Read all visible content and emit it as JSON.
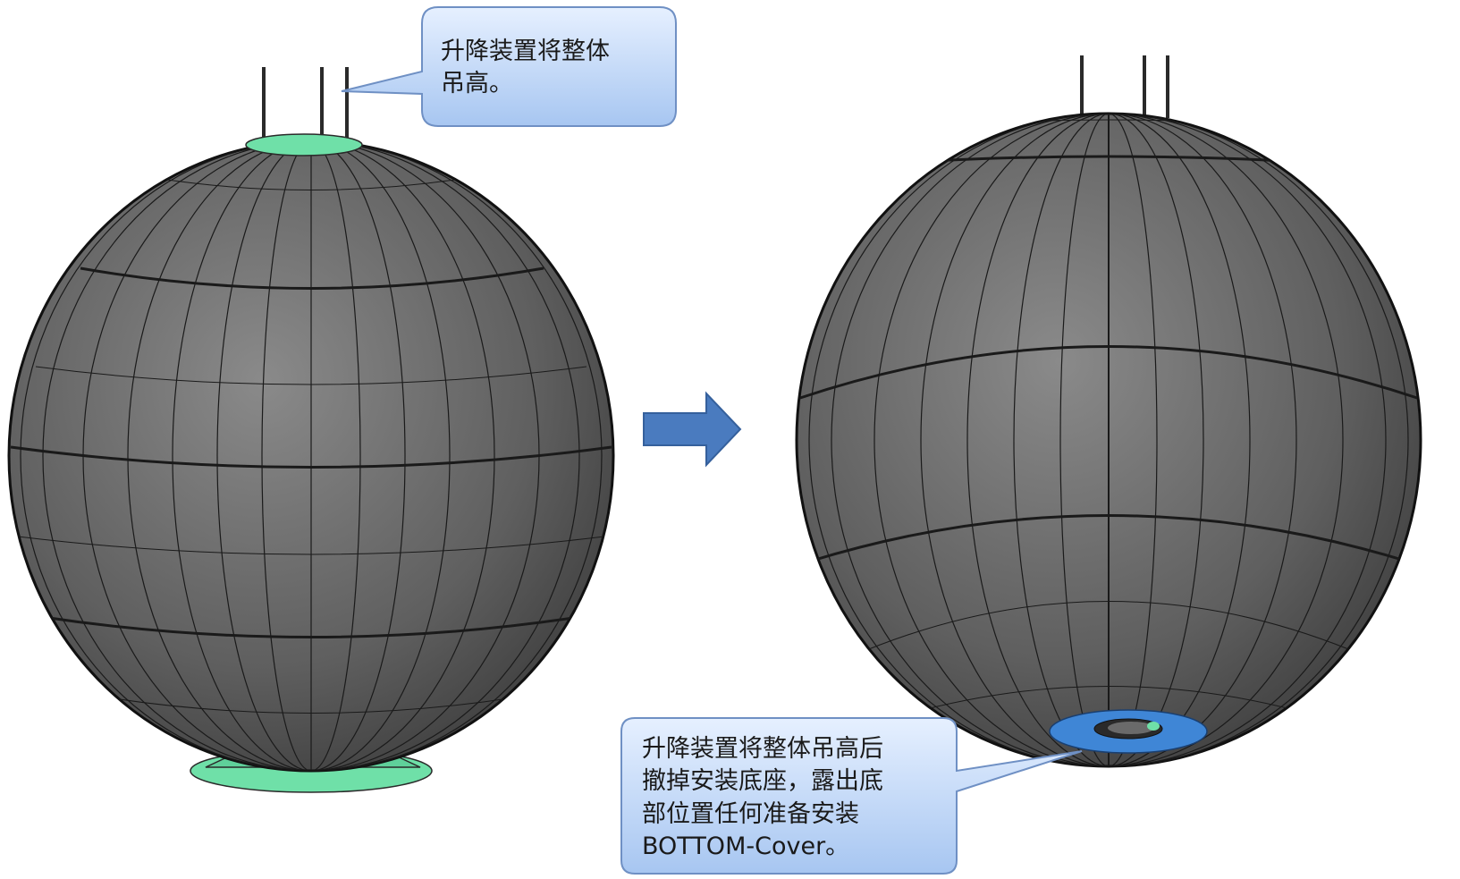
{
  "colors": {
    "sphere_fill": "#6a6a6a",
    "sphere_dark": "#3a3a3a",
    "sphere_line": "#111111",
    "base_color": "#6fe0a8",
    "cover_color": "#3f86d6",
    "arrow_color": "#4a7bbf",
    "callout_fill_top": "#e3efff",
    "callout_fill_bottom": "#a9c8f2",
    "callout_stroke": "#6f90c4"
  },
  "callout_top": {
    "text": "升降装置将整体\n吊高。"
  },
  "callout_bottom": {
    "text": "升降装置将整体吊高后\n撤掉安装底座，露出底\n部位置任何准备安装\nBOTTOM-Cover。"
  },
  "figures": {
    "left": "sphere-with-base",
    "right": "sphere-lifted",
    "transition": "right-arrow-icon"
  }
}
